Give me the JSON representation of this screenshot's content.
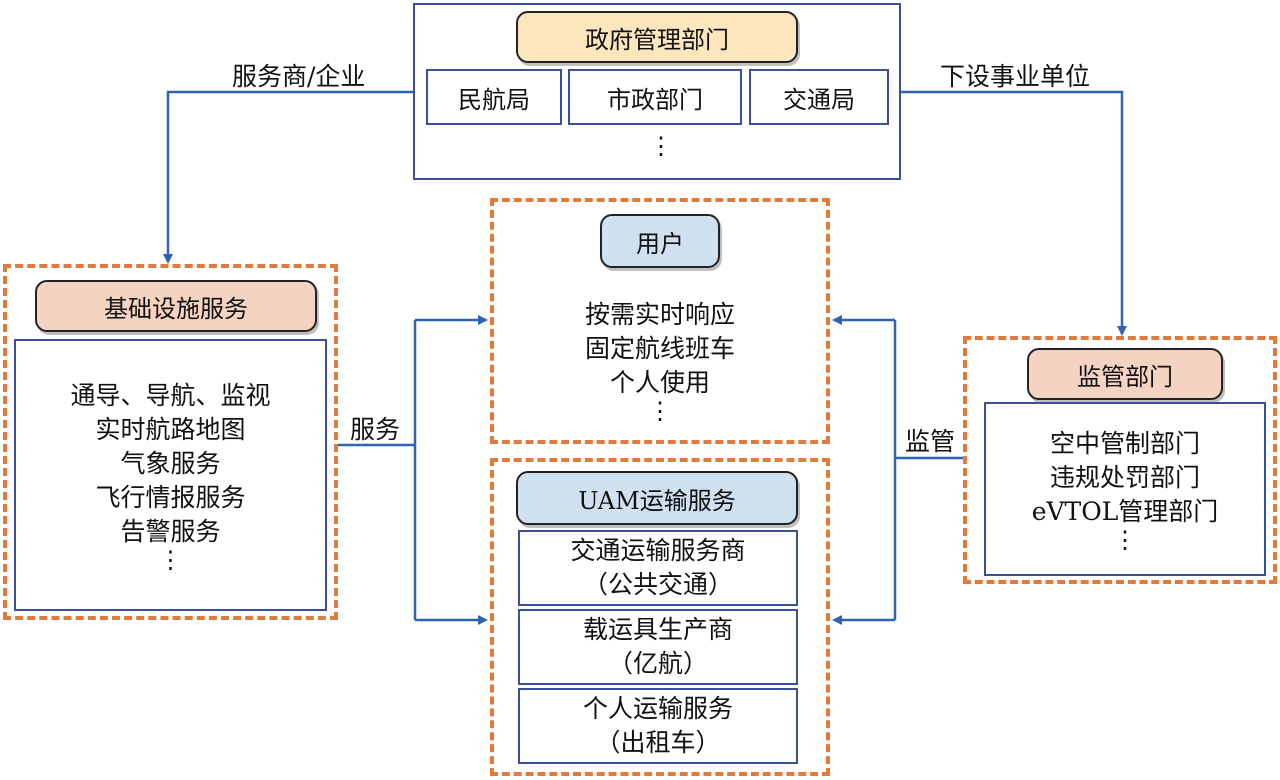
{
  "government": {
    "title": "政府管理部门",
    "units": [
      "民航局",
      "市政部门",
      "交通局"
    ],
    "more": "⋮"
  },
  "infrastructure": {
    "title": "基础设施服务",
    "items": [
      "通导、导航、监视",
      "实时航路地图",
      "气象服务",
      "飞行情报服务",
      "告警服务"
    ],
    "more": "⋮"
  },
  "user": {
    "title": "用户",
    "items": [
      "按需实时响应",
      "固定航线班车",
      "个人使用"
    ],
    "more": "⋮"
  },
  "uam": {
    "title": "UAM运输服务",
    "providers": [
      {
        "line1": "交通运输服务商",
        "line2": "（公共交通）"
      },
      {
        "line1": "载运具生产商",
        "line2": "（亿航）"
      },
      {
        "line1": "个人运输服务",
        "line2": "（出租车）"
      }
    ]
  },
  "regulator": {
    "title": "监管部门",
    "items": [
      "空中管制部门",
      "违规处罚部门",
      "eVTOL管理部门"
    ],
    "more": "⋮"
  },
  "edges": {
    "gov_to_infra": "服务商/企业",
    "gov_to_regulator": "下设事业单位",
    "infra_to_center": "服务",
    "regulator_to_center": "监管"
  },
  "colors": {
    "line_blue": "#2f64b4",
    "box_border": "#3b4f9a",
    "dash_orange": "#e07b3c"
  }
}
